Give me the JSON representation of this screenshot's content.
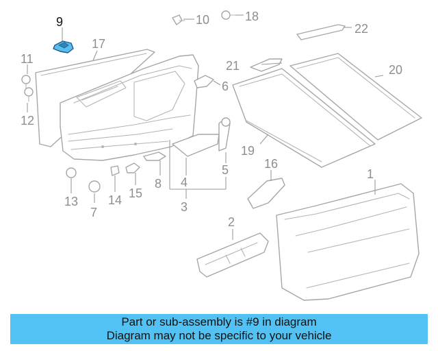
{
  "highlight": {
    "part_number": "9",
    "color": "#52c1f3"
  },
  "callouts": {
    "c1": "1",
    "c2": "2",
    "c3": "3",
    "c4": "4",
    "c5": "5",
    "c6": "6",
    "c7": "7",
    "c8": "8",
    "c9": "9",
    "c10": "10",
    "c11": "11",
    "c12": "12",
    "c13": "13",
    "c14": "14",
    "c15": "15",
    "c16": "16",
    "c17": "17",
    "c18": "18",
    "c19": "19",
    "c20": "20",
    "c21": "21",
    "c22": "22"
  },
  "banner": {
    "line1": "Part or sub-assembly is #9 in diagram",
    "line2": "Diagram may not be specific to your vehicle"
  }
}
